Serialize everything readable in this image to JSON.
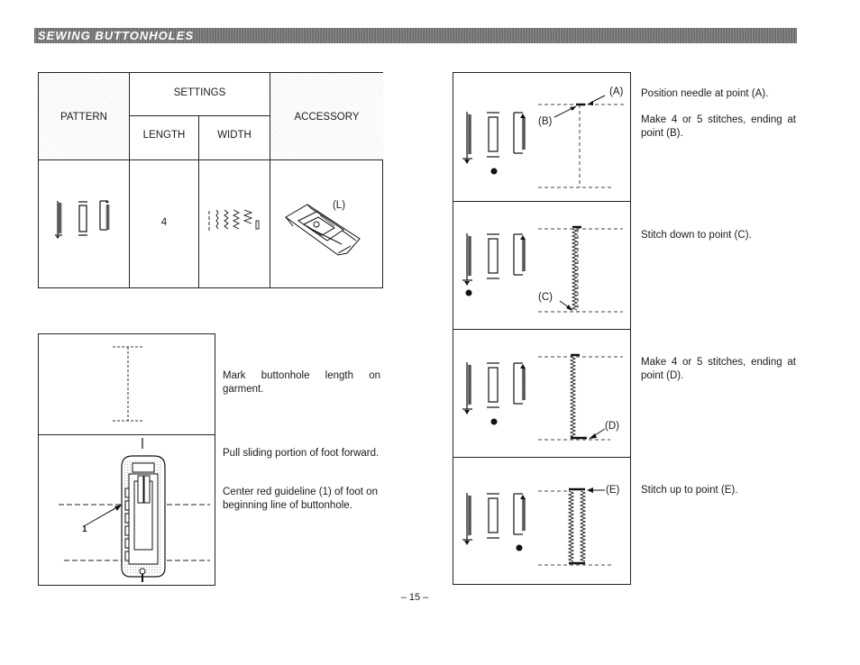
{
  "header": {
    "title": "SEWING BUTTONHOLES"
  },
  "settings_table": {
    "pattern_header": "PATTERN",
    "settings_header": "SETTINGS",
    "length_header": "LENGTH",
    "width_header": "WIDTH",
    "accessory_header": "ACCESSORY",
    "length_value": "4",
    "accessory_label": "(L)"
  },
  "left_steps": {
    "mark": "Mark buttonhole length on garment.",
    "pull": "Pull sliding portion of foot forward.",
    "center": "Center red guideline (1) of foot on beginning line of buttonhole.",
    "guideline_label": "1"
  },
  "right_steps": [
    {
      "figure_labels": [
        "(A)",
        "(B)"
      ],
      "text": "Position needle at point (A). Make 4 or 5 stitches, ending at point (B)."
    },
    {
      "figure_labels": [
        "(C)"
      ],
      "text": "Stitch down to point (C)."
    },
    {
      "figure_labels": [
        "(D)"
      ],
      "text": "Make 4 or 5 stitches, ending at point (D)."
    },
    {
      "figure_labels": [
        "(E)"
      ],
      "text": "Stitch up to point (E)."
    }
  ],
  "right_texts": {
    "a": "Position needle at point (A).",
    "b": "Make 4 or 5 stitches, ending at point (B).",
    "c": "Stitch down to point (C).",
    "d": "Make 4 or 5 stitches, ending at point (D).",
    "e": "Stitch up to point (E)."
  },
  "labels": {
    "A": "(A)",
    "B": "(B)",
    "C": "(C)",
    "D": "(D)",
    "E": "(E)"
  },
  "footer": {
    "page_number": "– 15 –"
  }
}
